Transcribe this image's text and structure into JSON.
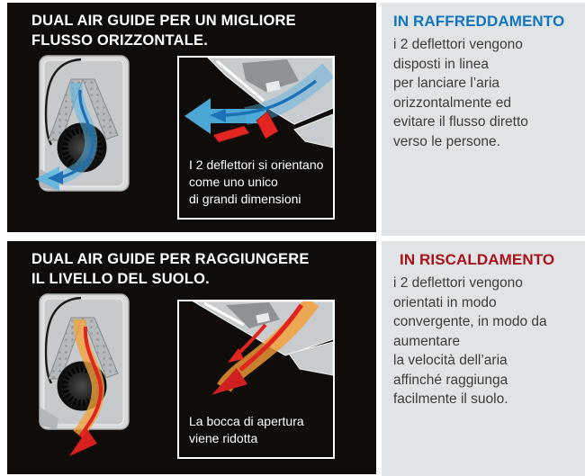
{
  "colors": {
    "section_bg": "#0f0c0a",
    "panel_bg": "#e1e4e6",
    "separator": "#ffffff",
    "cooling_accent": "#1176be",
    "heating_accent": "#a91218",
    "cool_flow": "#58b5e4",
    "cool_core": "#1e6fb4",
    "heat_flow": "#f2a43c",
    "heat_core": "#e02420",
    "title_text": "#ffffff",
    "body_text": "#3c3c3c"
  },
  "cooling": {
    "title_lines": {
      "0": "DUAL AIR GUIDE PER UN MIGLIORE",
      "1": "FLUSSO ORIZZONTALE."
    },
    "caption_lines": {
      "0": "I 2 deflettori si orientano",
      "1": "come uno unico",
      "2": "di grandi dimensioni"
    },
    "panel": {
      "heading": "IN RAFFREDDAMENTO",
      "body_lines": {
        "0": "i 2 deflettori vengono",
        "1": "disposti in linea",
        "2": "per lanciare l’aria",
        "3": "orizzontalmente ed",
        "4": "evitare il flusso diretto",
        "5": "verso le persone."
      }
    },
    "diagrams": {
      "unit": "ac-unit-cross-section-with-horizontal-cool-airflow",
      "zoom": "outlet-detail-deflectors-aligned-cool-air-left"
    }
  },
  "heating": {
    "title_lines": {
      "0": "DUAL AIR GUIDE PER RAGGIUNGERE",
      "1": "IL LIVELLO DEL SUOLO."
    },
    "caption_lines": {
      "0": "La bocca di apertura",
      "1": "viene ridotta"
    },
    "panel": {
      "heading": "IN RISCALDAMENTO",
      "body_lines": {
        "0": "i 2 deflettori vengono",
        "1": "orientati in modo",
        "2": "convergente, in modo da",
        "3": "aumentare",
        "4": "la velocità dell’aria",
        "5": "affinché raggiunga",
        "6": "facilmente il suolo."
      }
    },
    "diagrams": {
      "unit": "ac-unit-cross-section-with-downward-warm-airflow",
      "zoom": "outlet-detail-reduced-opening-warm-air-down"
    }
  }
}
